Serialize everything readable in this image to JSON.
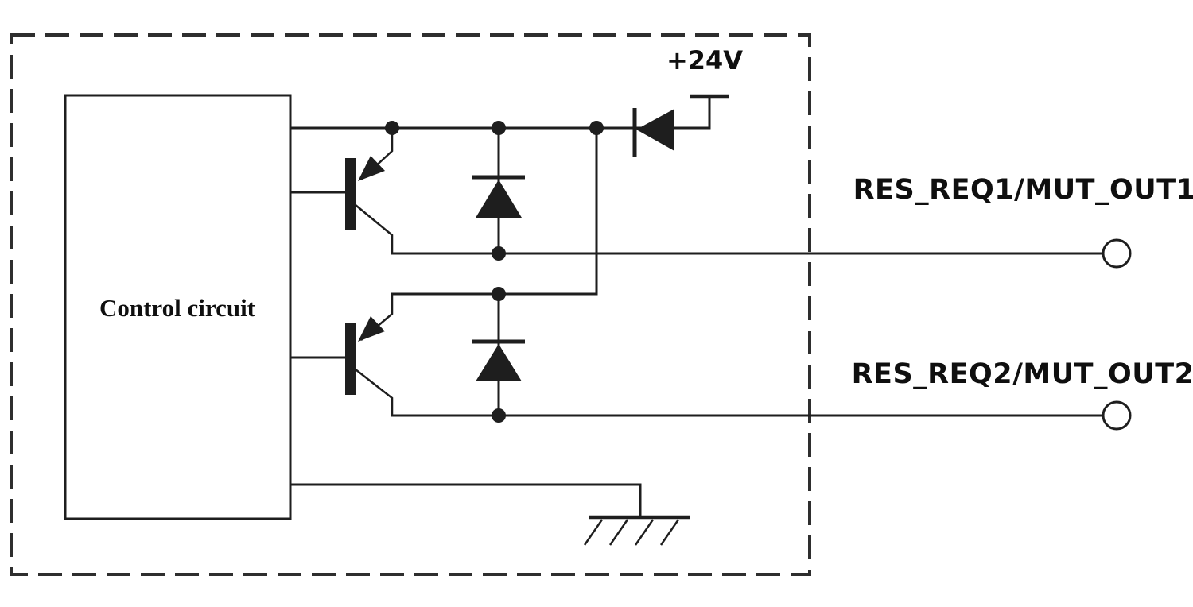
{
  "diagram": {
    "kind": "circuit-schematic",
    "colors": {
      "stroke": "#1e1e1e",
      "border": "#2e2e2e",
      "text": "#0f0f0f",
      "background": "#ffffff"
    },
    "control_box": {
      "label": "Control circuit"
    },
    "power": {
      "label": "+24V"
    },
    "outputs": [
      {
        "label": "RES_REQ1/MUT_OUT1"
      },
      {
        "label": "RES_REQ2/MUT_OUT2"
      }
    ],
    "components": [
      "control-circuit-box",
      "pnp-transistor-1",
      "pnp-transistor-2",
      "clamp-diode-1",
      "clamp-diode-2",
      "reverse-blocking-diode",
      "supply-terminal-24v",
      "ground-symbol",
      "output-terminal-1",
      "output-terminal-2"
    ]
  }
}
